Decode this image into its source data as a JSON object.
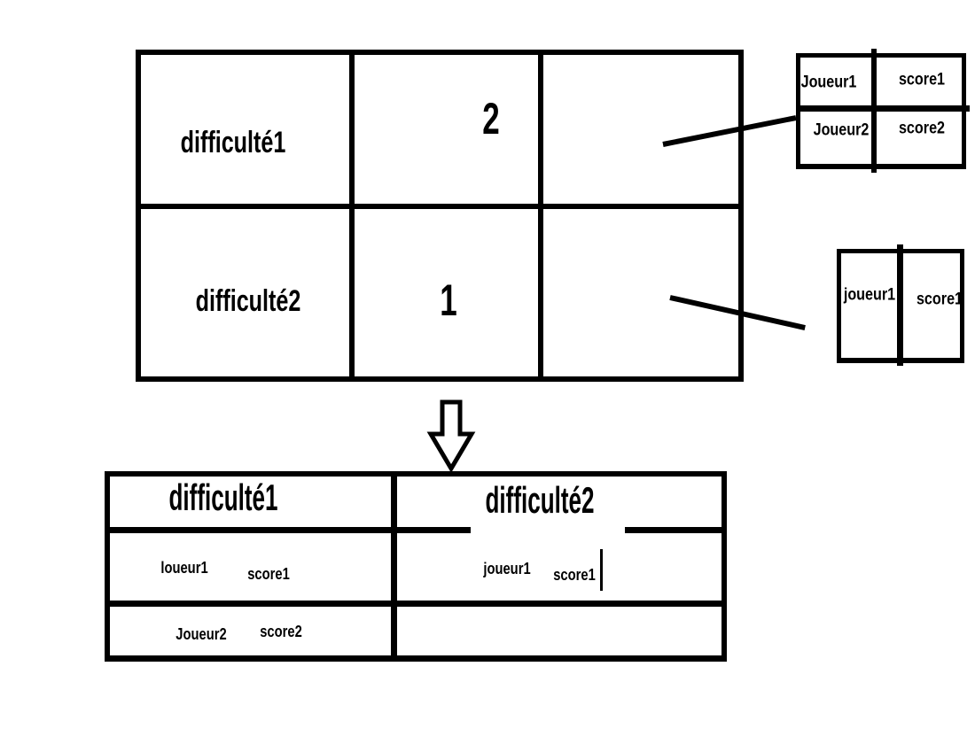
{
  "diagram": {
    "description": "hand-drawn paint sketch of game score tables",
    "colors": {
      "ink": "#000000",
      "background": "#ffffff"
    },
    "summary_table": {
      "rows": [
        {
          "difficulty": "difficulté1",
          "count": "2"
        },
        {
          "difficulty": "difficulté2",
          "count": "1"
        }
      ]
    },
    "players_table_full": {
      "rows": [
        {
          "player": "Joueur1",
          "score": "score1"
        },
        {
          "player": "Joueur2",
          "score": "score2"
        }
      ]
    },
    "players_table_single": {
      "rows": [
        {
          "player": "joueur1",
          "score": "score1"
        }
      ]
    },
    "merged_table": {
      "headers": [
        "difficulté1",
        "difficulté2"
      ],
      "col1_rows": [
        {
          "player": "loueur1",
          "score": "score1"
        },
        {
          "player": "Joueur2",
          "score": "score2"
        }
      ],
      "col2_rows": [
        {
          "player": "joueur1",
          "score": "score1"
        }
      ]
    },
    "icons": {
      "down_arrow": "down-block-arrow"
    }
  }
}
